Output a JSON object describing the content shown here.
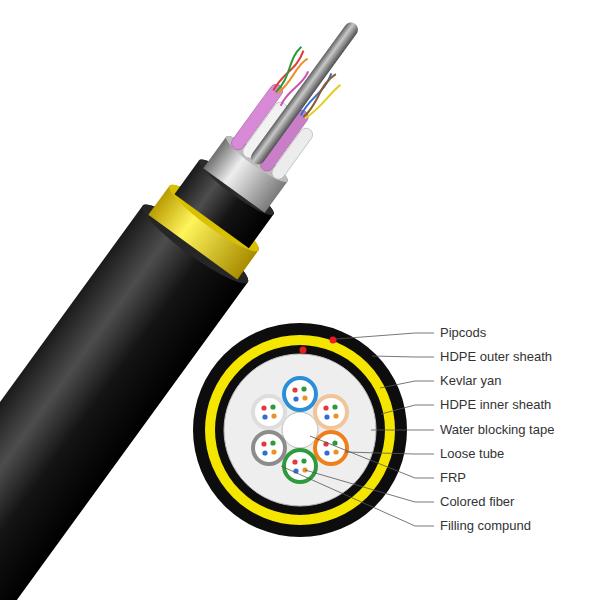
{
  "diagram": {
    "labels": [
      "Pipcods",
      "HDPE outer sheath",
      "Kevlar yan",
      "HDPE inner sheath",
      "Water blocking tape",
      "Loose tube",
      "FRP",
      "Colored fiber",
      "Filling compund"
    ]
  }
}
